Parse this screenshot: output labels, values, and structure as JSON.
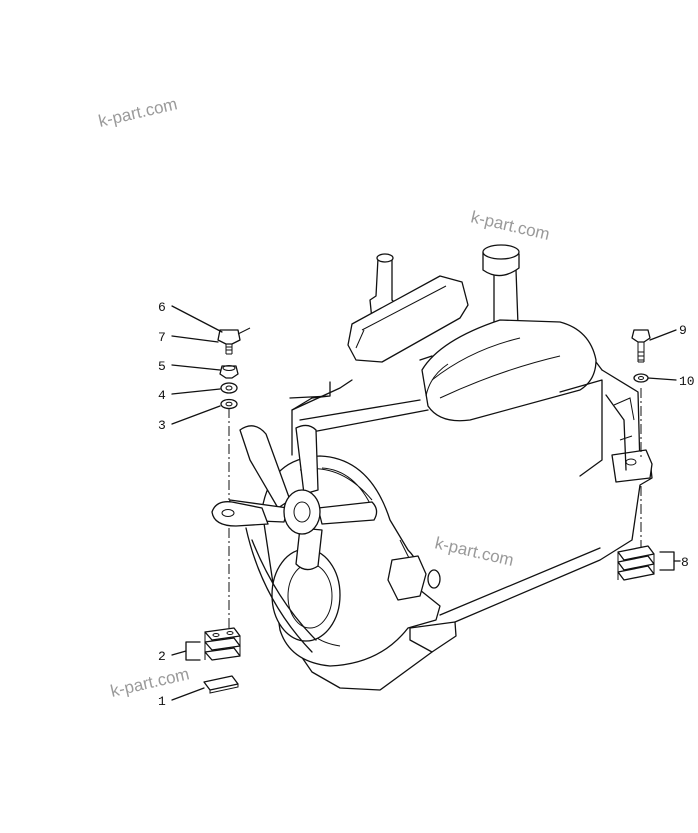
{
  "watermark_text": "k-part.com",
  "callouts": {
    "c1": "1",
    "c2": "2",
    "c3": "3",
    "c4": "4",
    "c5": "5",
    "c6": "6",
    "c7": "7",
    "c8": "8",
    "c9": "9",
    "c10": "10"
  },
  "colors": {
    "ink": "#111111",
    "watermark": "#9a9a9a",
    "background": "#ffffff"
  }
}
